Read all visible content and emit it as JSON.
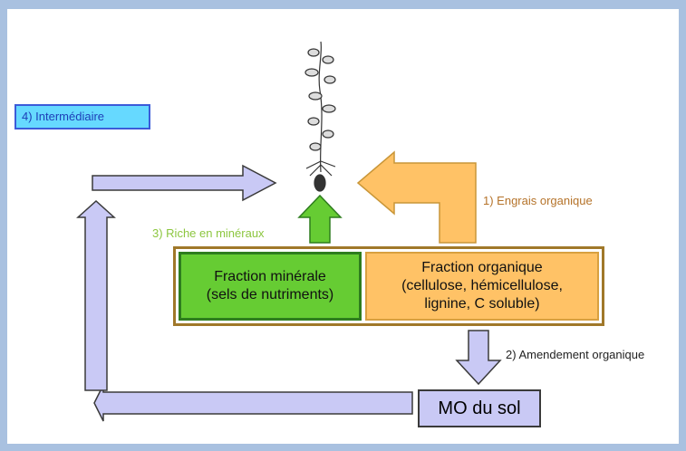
{
  "labels": {
    "intermediate": "4) Intermédiaire",
    "engrais": "1) Engrais organique",
    "riche": "3) Riche en minéraux",
    "amendement": "2) Amendement organique"
  },
  "fraction_minerale": {
    "line1": "Fraction minérale",
    "line2": "(sels de nutriments)"
  },
  "fraction_organique": {
    "line1": "Fraction organique",
    "line2": "(cellulose, hémicellulose,",
    "line3": "lignine, C soluble)"
  },
  "mo_sol": "MO du sol",
  "colors": {
    "frame_border": "#a9c1e0",
    "intermediate_fill": "#66d9ff",
    "intermediate_text": "#1d3fb8",
    "engrais_arrow": "#ffc266",
    "engrais_text": "#b5732a",
    "riche_arrow": "#66cc33",
    "riche_text": "#8cc63f",
    "loop_arrow": "#c9c9f5",
    "container_border": "#a0782a"
  },
  "icons": {
    "plant": "plant-icon"
  }
}
